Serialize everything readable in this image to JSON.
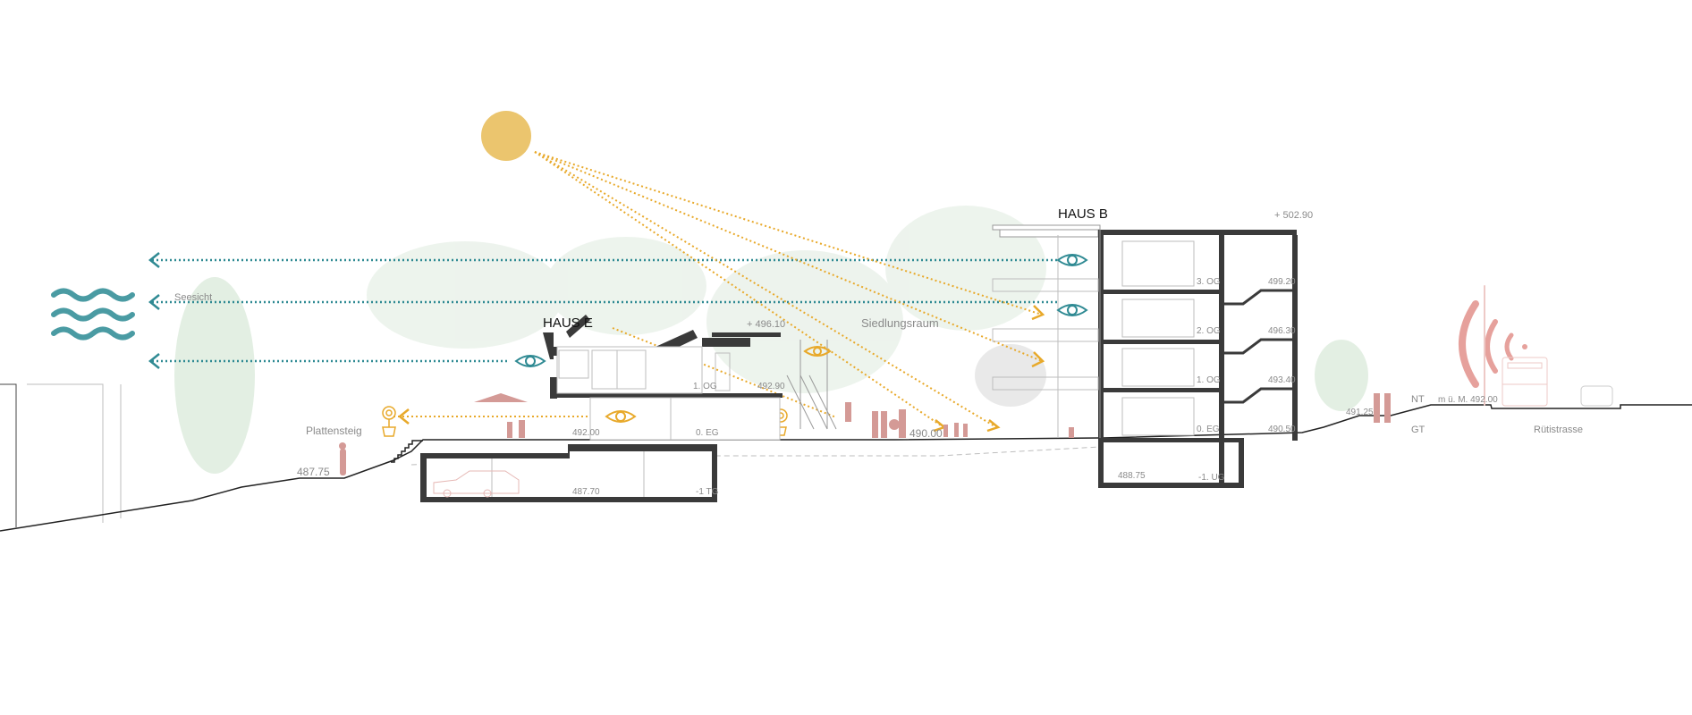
{
  "colors": {
    "sun": "#ebc56e",
    "sunlight": "#e8a92a",
    "view": "#2f8a93",
    "water": "#4a9ba3",
    "people": "#d49a96",
    "signal": "#e6a19c",
    "walls": "#3a3a3a",
    "trees": "#cfe0cf"
  },
  "icons": [
    "sun-icon",
    "waves-icon",
    "eye-icon",
    "flower-icon",
    "signal-icon",
    "bus-icon",
    "car-icon",
    "parasol-icon"
  ],
  "haus_e": {
    "title": "HAUS E",
    "top_level": "+ 496.10",
    "floor_1og": "1. OG",
    "level_1og": "492.90",
    "floor_eg": "0. EG",
    "level_eg": "492.00",
    "floor_tg": "-1 TG",
    "level_tg": "487.70"
  },
  "haus_b": {
    "title": "HAUS B",
    "top_level": "+ 502.90",
    "floors": [
      {
        "name": "3. OG",
        "level": "499.20"
      },
      {
        "name": "2. OG",
        "level": "496.30"
      },
      {
        "name": "1. OG",
        "level": "493.40"
      },
      {
        "name": "0. EG",
        "level": "490.50"
      },
      {
        "name": "-1. UG",
        "level": "488.75"
      }
    ]
  },
  "labels": {
    "seesicht": "Seesicht",
    "siedlungsraum": "Siedlungsraum",
    "plattensteig": "Plattensteig",
    "plattensteig_level": "487.75",
    "court_level": "490.00",
    "path_level": "491.25",
    "street_level": "m ü. M. 492.00",
    "nt": "NT",
    "gt": "GT",
    "street": "Rütistrasse"
  }
}
